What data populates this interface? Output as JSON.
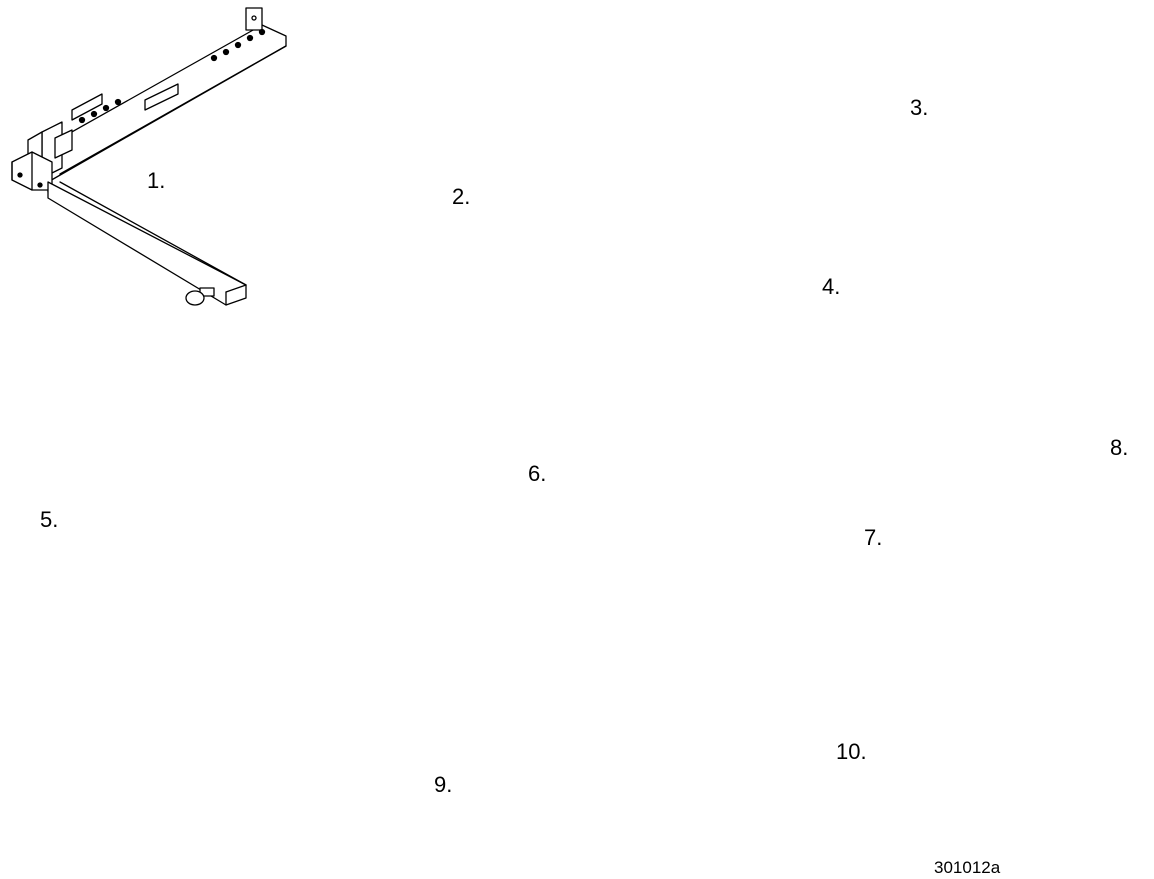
{
  "labels": {
    "p1": "1.",
    "p2": "2.",
    "p3": "3.",
    "p4": "4.",
    "p5": "5.",
    "p6": "6.",
    "p7": "7.",
    "p8": "8.",
    "p9": "9.",
    "p10": "10."
  },
  "figure_id": "301012a"
}
